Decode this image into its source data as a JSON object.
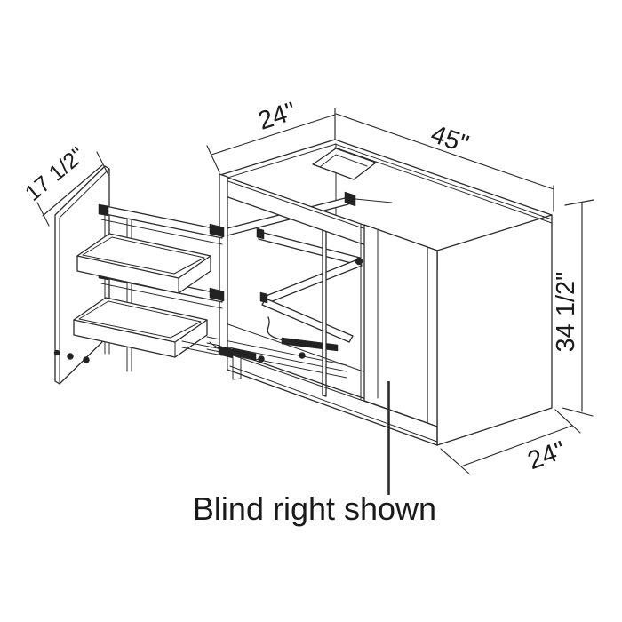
{
  "drawing": {
    "caption": "Blind right shown",
    "dimensions": {
      "top_depth": "24\"",
      "width": "45\"",
      "pullout_width": "17 1/2\"",
      "height": "34 1/2\"",
      "bottom_depth": "24\""
    },
    "colors": {
      "background": "#ffffff",
      "line": "#2b2b2b",
      "text": "#1a1a1a",
      "dark_fill": "#222222"
    }
  }
}
